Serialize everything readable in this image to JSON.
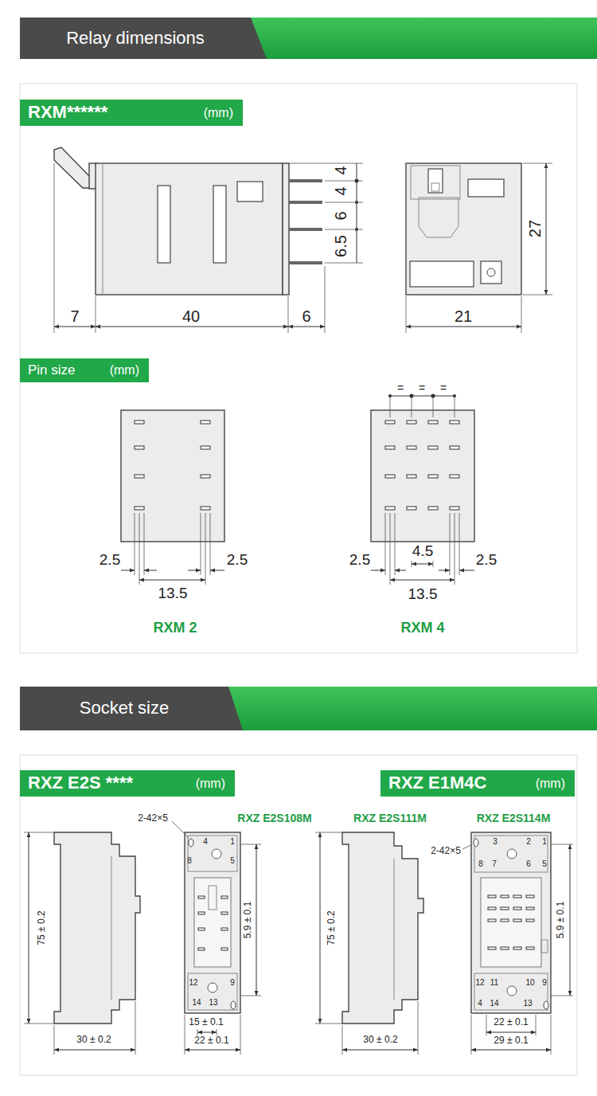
{
  "diagram": {
    "nodes": [
      {
        "text": [
          "Relay dimensions"
        ]
      },
      {
        "text": [
          "RXM******",
          "(mm)"
        ]
      },
      {
        "text": [
          "Pin size",
          "(mm)"
        ]
      },
      {
        "text": [
          "Socket size"
        ]
      },
      {
        "text": [
          "RXZ E2S ****",
          "(mm)"
        ]
      },
      {
        "text": [
          "RXZ E1M4C",
          "(mm)"
        ]
      }
    ],
    "labels": [
      "4",
      "4",
      "6",
      "6.5",
      "7",
      "40",
      "6",
      "27",
      "21",
      "2.5",
      "2.5",
      "13.5",
      "RXM 2",
      "=",
      "=",
      "=",
      "2.5",
      "4.5",
      "2.5",
      "13.5",
      "RXM 4",
      "RXZ E2S108M",
      "RXZ E2S111M",
      "RXZ E2S114M",
      "2-42×5",
      "4",
      "1",
      "8",
      "5",
      "75 ± 0.2",
      "5.9 ± 0.1",
      "12",
      "9",
      "14",
      "13",
      "15 ± 0.1",
      "22 ± 0.1",
      "30 ± 0.2",
      "75 ± 0.2",
      "30 ± 0.2",
      "2-42×5",
      "3",
      "2",
      "1",
      "8",
      "7",
      "6",
      "5",
      "5.9 ± 0.1",
      "12",
      "11",
      "10",
      "9",
      "4",
      "14",
      "13",
      "22 ± 0.1",
      "29 ± 0.1"
    ]
  }
}
